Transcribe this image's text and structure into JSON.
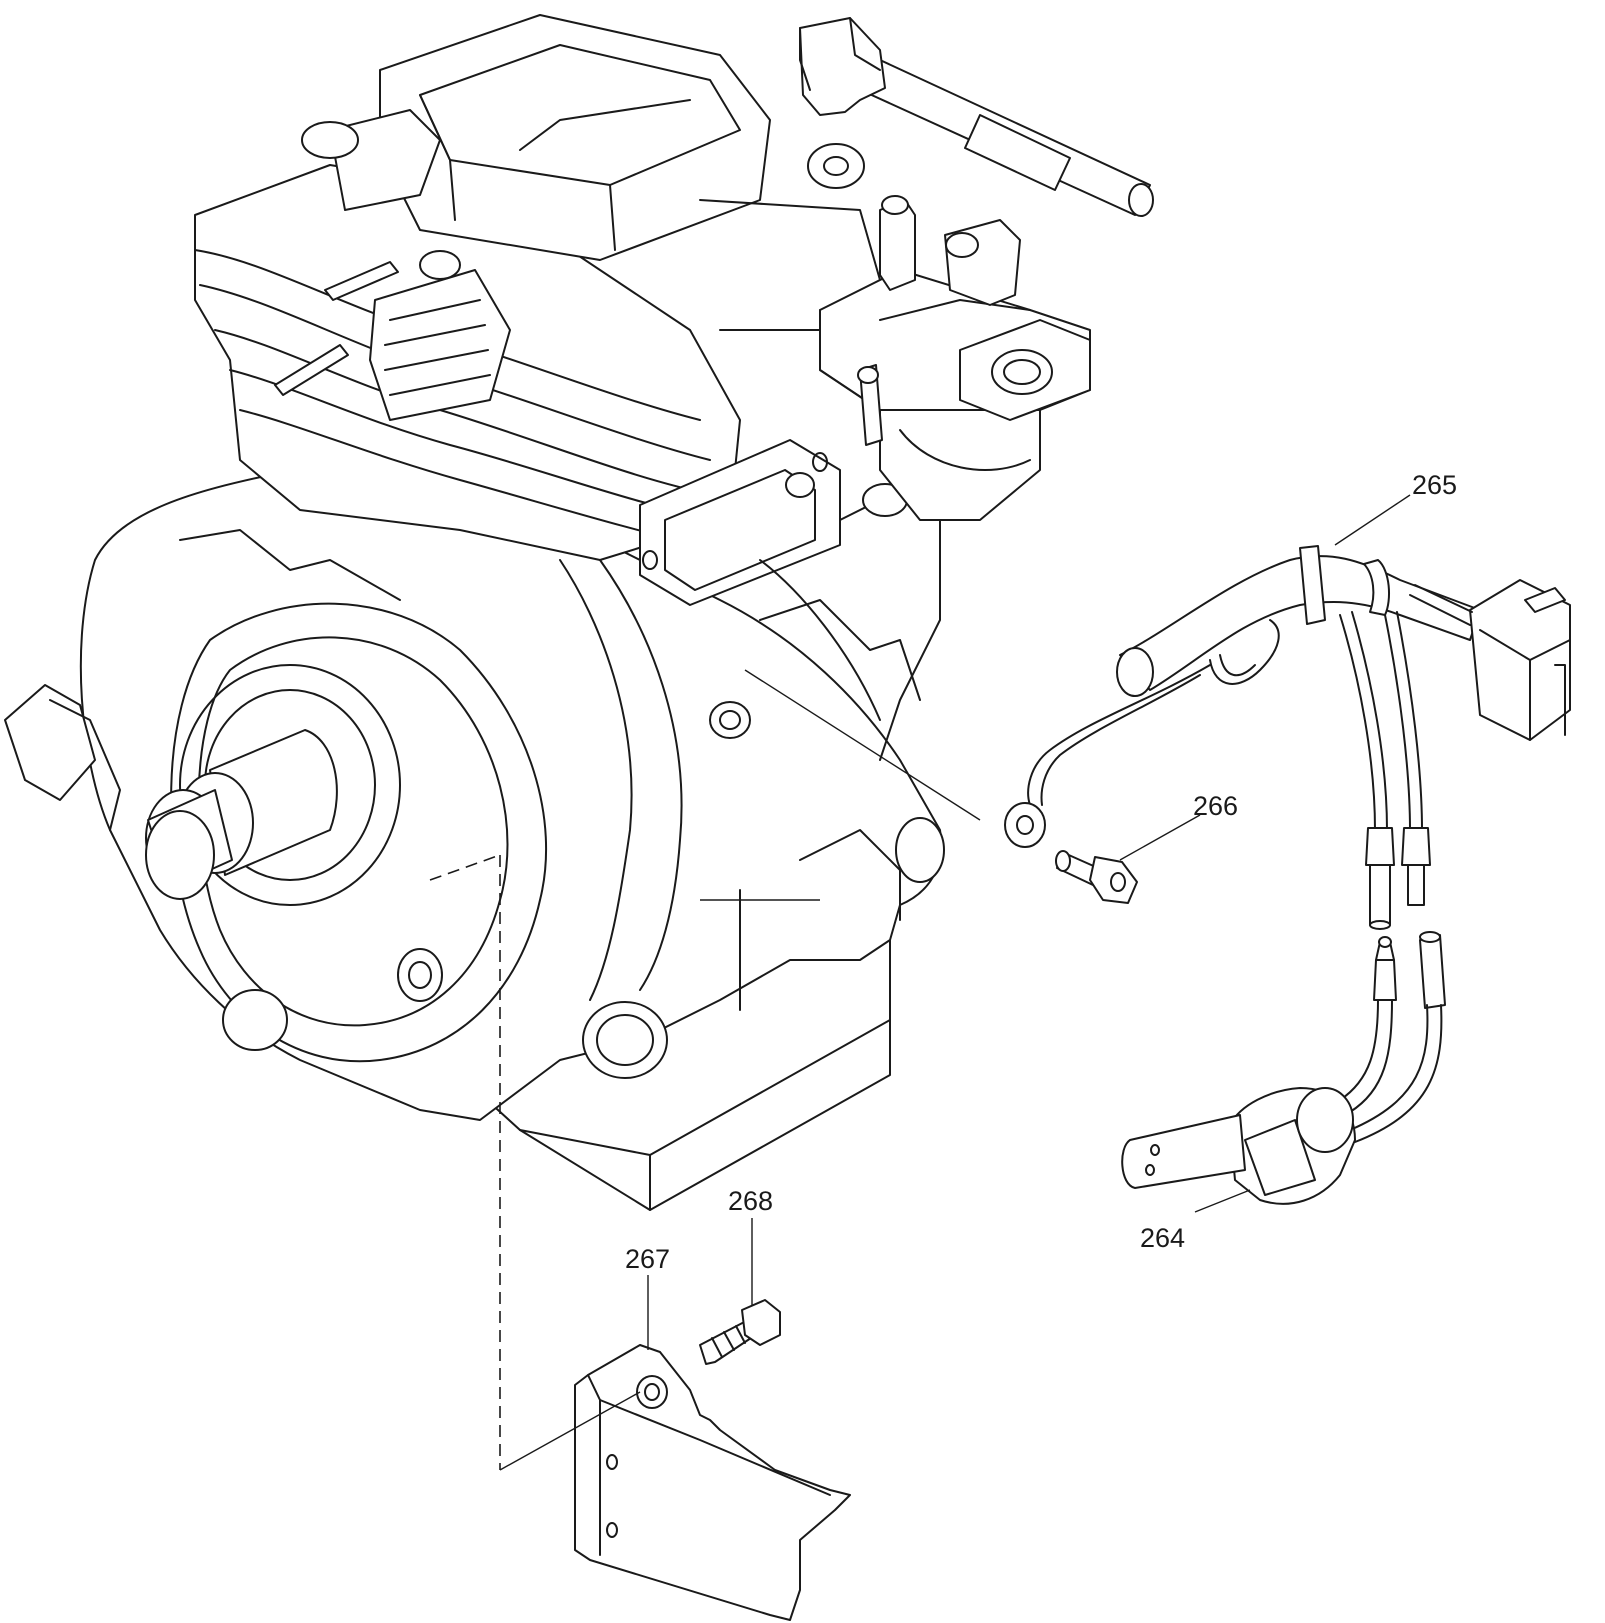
{
  "callouts": {
    "c264": "264",
    "c265": "265",
    "c266": "266",
    "c267": "267",
    "c268": "268"
  }
}
